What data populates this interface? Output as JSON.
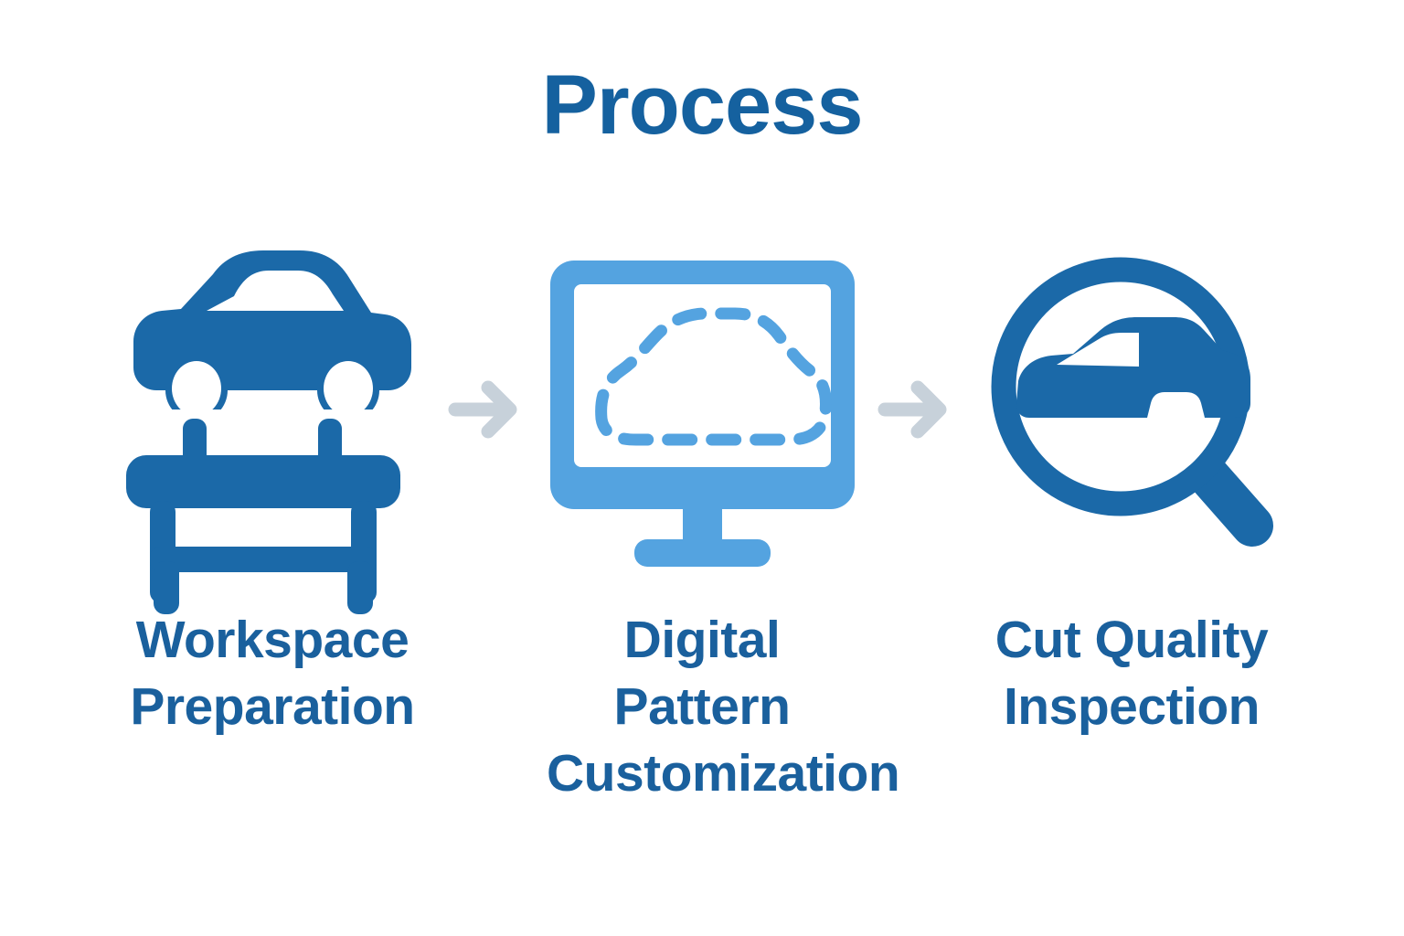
{
  "page": {
    "title": "Process",
    "background_color": "#ffffff"
  },
  "colors": {
    "title_blue": "#15619f",
    "label_blue": "#1a609d",
    "icon_dark_blue": "#1b69a8",
    "icon_light_blue": "#54a3e0",
    "arrow_gray": "#c7d1da"
  },
  "steps": [
    {
      "index": "1",
      "label": "Workspace Preparation",
      "label_line1": "Workspace",
      "label_line2": "Preparation",
      "icon": "car-on-lift-icon",
      "icon_color": "#1b69a8"
    },
    {
      "index": "2",
      "label": "Digital Pattern Customization",
      "label_line1": "Digital Pattern",
      "label_line2": "Customization",
      "icon": "monitor-dashed-car-pattern-icon",
      "icon_color": "#54a3e0"
    },
    {
      "index": "3",
      "label": "Cut Quality Inspection",
      "label_line1": "Cut Quality",
      "label_line2": "Inspection",
      "icon": "magnifier-car-icon",
      "icon_color": "#1b69a8"
    }
  ],
  "connectors": [
    {
      "name": "arrow-1",
      "direction": "right",
      "color": "#c7d1da"
    },
    {
      "name": "arrow-2",
      "direction": "right",
      "color": "#c7d1da"
    }
  ]
}
